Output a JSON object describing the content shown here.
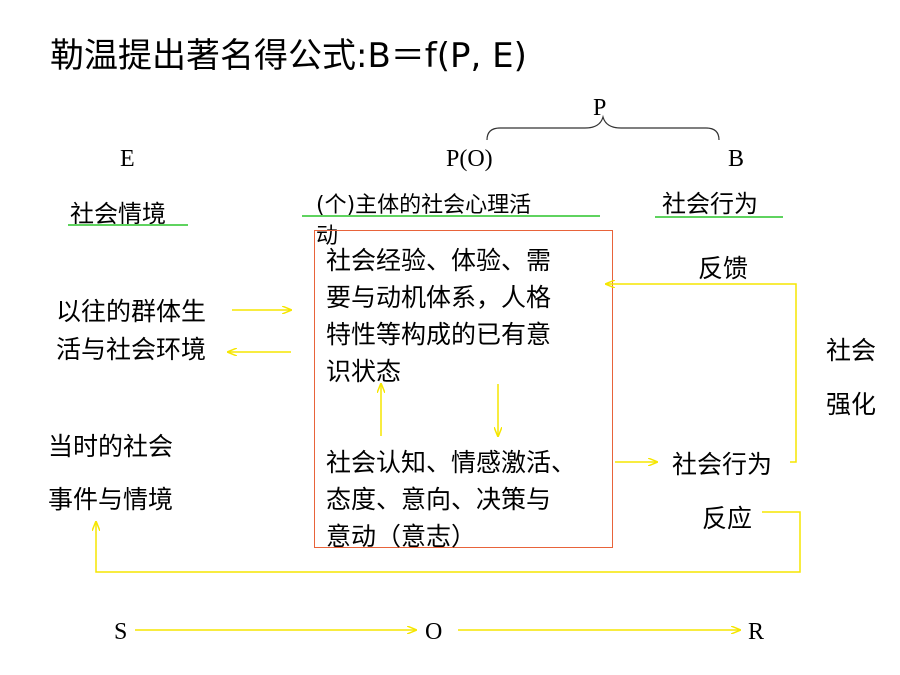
{
  "title": "勒温提出著名得公式:B＝f(P, E)",
  "top_p": "P",
  "e_label": "E",
  "po_label": "P(O)",
  "b_label": "B",
  "social_situation": "社会情境",
  "subject_activity_line1": "(个)主体的社会心理活",
  "subject_activity_line2": "动",
  "social_behavior_top": "社会行为",
  "feedback": "反馈",
  "past_env_line1": "以往的群体生",
  "past_env_line2": "活与社会环境",
  "current_env_line1": "当时的社会",
  "current_env_line2": "事件与情境",
  "experience_lines": [
    "社会经验、体验、需",
    "要与动机体系，人格",
    "特性等构成的已有意",
    "识状态"
  ],
  "cognition_lines": [
    "社会认知、情感激活、",
    "态度、意向、决策与",
    "意动（意志）"
  ],
  "social_reinforce_line1": "社会",
  "social_reinforce_line2": "强化",
  "behavior_response_line1": "社会行为",
  "behavior_response_line2": "反应",
  "s_label": "S",
  "o_label": "O",
  "r_label": "R",
  "colors": {
    "arrow": "#f5e600",
    "box_border": "#e8633a",
    "underline": "#5fd35f"
  }
}
